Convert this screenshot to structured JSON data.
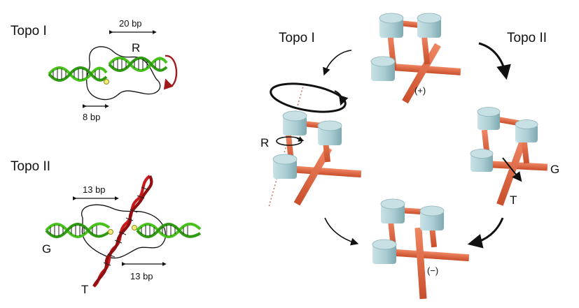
{
  "left_panel": {
    "topo1": {
      "title": "Topo I",
      "span_top": "20  bp",
      "label_r": "R",
      "span_bottom": "8 bp"
    },
    "topo2": {
      "title": "Topo II",
      "span_top": "13  bp",
      "label_g": "G",
      "label_t": "T",
      "span_bottom": "13  bp"
    }
  },
  "cycle": {
    "topo1_label": "Topo I",
    "topo2_label": "Topo II",
    "top_sign": "(+)",
    "bottom_sign": "(−)",
    "left_r": "R",
    "right_g": "G",
    "right_t": "T"
  },
  "colors": {
    "dna_green": "#46c21b",
    "dna_red": "#c8191c",
    "cylinder": "#a9cdd3",
    "rod": "#e0623d",
    "rotation_arrow": "#a01a1a"
  }
}
